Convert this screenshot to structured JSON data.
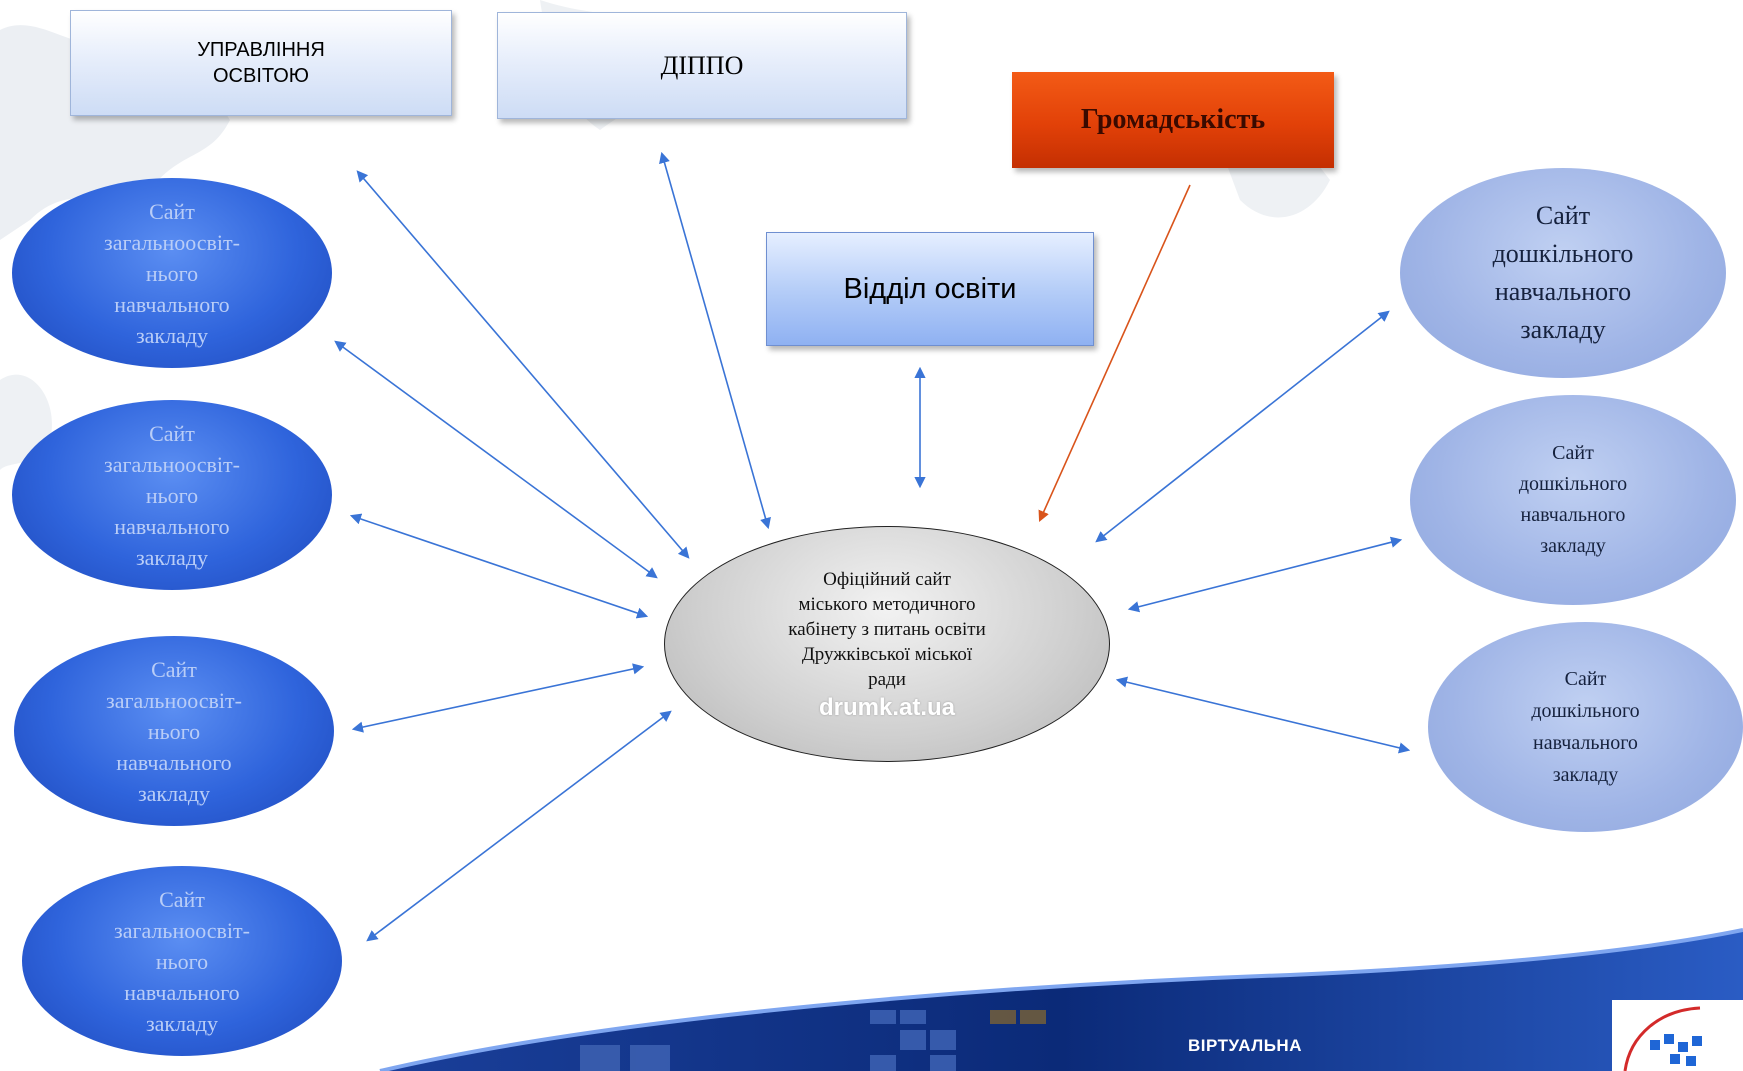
{
  "top_boxes": {
    "management": "УПРАВЛІННЯ\nОСВІТОЮ",
    "dippo": "ДІППО",
    "public": "Громадськість",
    "department": "Відділ освіти"
  },
  "center": {
    "text": "Офіційний сайт\nміського методичного\nкабінету з питань освіти\nДружківської міської\nради",
    "url": "drumk.at.ua"
  },
  "school_sites": [
    "Сайт\nзагальноосвіт-\nнього\nнавчального\nзакладу",
    "Сайт\nзагальноосвіт-\nнього\nнавчального\nзакладу",
    "Сайт\nзагальноосвіт-\nнього\nнавчального\nзакладу",
    "Сайт\nзагальноосвіт-\nнього\nнавчального\nзакладу"
  ],
  "preschool_sites": [
    "Сайт\nдошкільного\nнавчального\nзакладу",
    "Сайт\nдошкільного\nнавчального\nзакладу",
    "Сайт\nдошкільного\nнавчального\nзакладу"
  ],
  "footer": {
    "label": "ВІРТУАЛЬНА"
  },
  "colors": {
    "arrow": "#3a74d6",
    "arrow_public": "#d9541b",
    "banner_dark": "#0b2a78"
  }
}
